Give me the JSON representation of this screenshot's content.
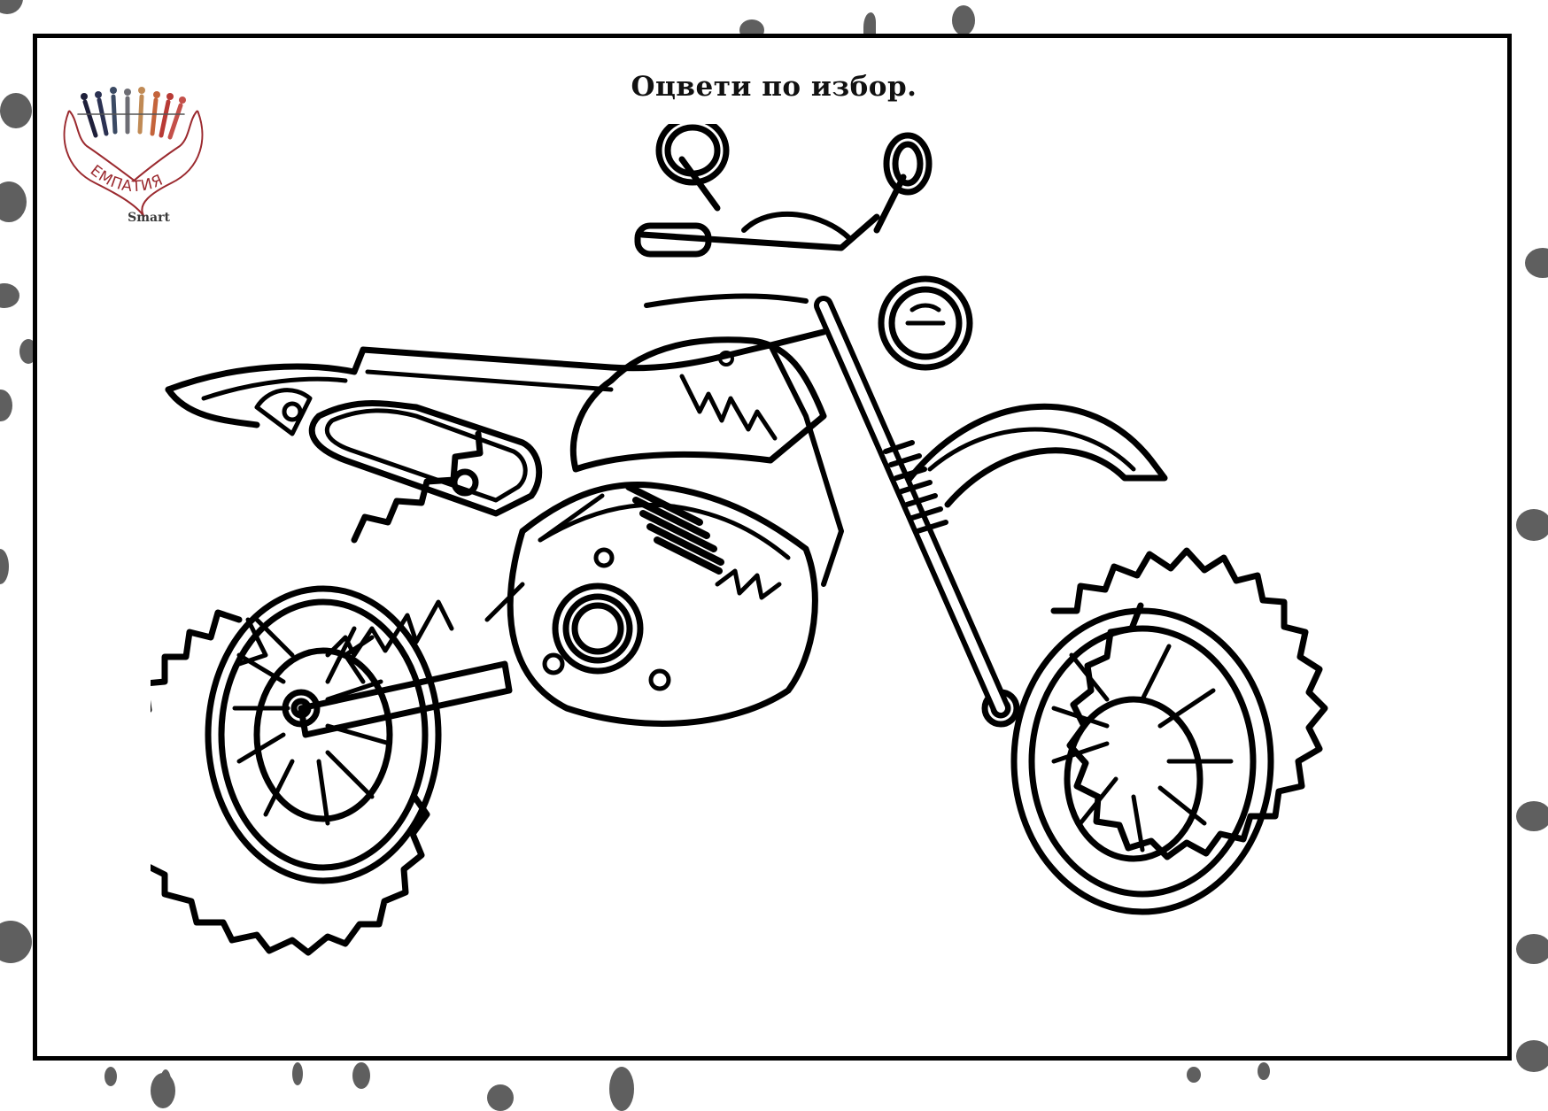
{
  "page": {
    "type": "coloring-page",
    "background_color": "#ffffff",
    "frame_color": "#000000",
    "dot_color": "#5f5f5f"
  },
  "title": "Оцвети по избор.",
  "logo": {
    "word": "ЕМПАТИЯ",
    "subtitle": "Smart",
    "hand_color": "#9b2a2f",
    "figure_colors": [
      "#1e1f3a",
      "#2b3152",
      "#3b4a63",
      "#6d6d74",
      "#c08a55",
      "#c4643b",
      "#b83a35",
      "#c4504a"
    ]
  },
  "illustration": {
    "subject": "motorcycle-line-art",
    "style": "black outline, uncolored"
  }
}
